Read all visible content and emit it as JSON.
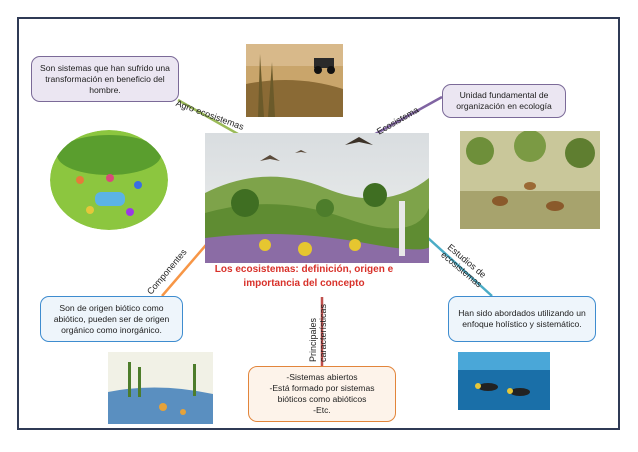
{
  "central": {
    "title": "Los ecosistemas: definición, origen e importancia del concepto"
  },
  "branches": {
    "agro": {
      "label": "Agro ecosistemas",
      "text": "Son sistemas que han sufrido una transformación en beneficio del hombre."
    },
    "ecosistema": {
      "label": "Ecosistema",
      "text": "Unidad fundamental de organización en ecología"
    },
    "componentes": {
      "label": "Componentes",
      "text": "Son de origen biótico como abiótico, pueden ser de origen orgánico como inorgánico."
    },
    "estudios": {
      "label": "Estudios de ecosistemas",
      "text": "Han sido abordados utilizando un enfoque holístico y sistemático."
    },
    "principales": {
      "label": "Principales características",
      "text": "-Sistemas abiertos\n-Está formado por sistemas bióticos como abióticos\n-Etc."
    }
  },
  "colors": {
    "agro_line": "#9bbb59",
    "ecosistema_line": "#8064a2",
    "componentes_line": "#f79646",
    "estudios_line": "#4bacc6",
    "principales_line": "#c0504d",
    "title_text": "#d8312a"
  }
}
